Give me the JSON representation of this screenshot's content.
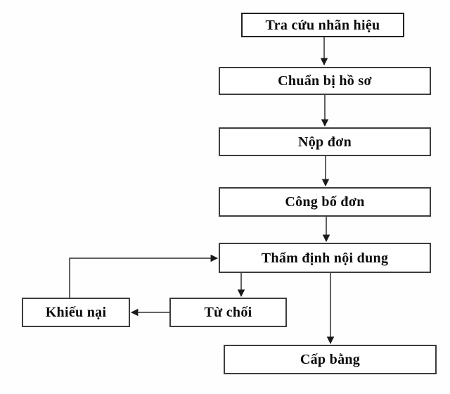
{
  "diagram": {
    "type": "flowchart",
    "language": "vi",
    "colors": {
      "background": "#fefefe",
      "node_fill": "#ffffff",
      "node_border": "#3d3d3d",
      "text": "#0a0a0a",
      "arrow": "#2e2e2e"
    },
    "nodes": [
      {
        "id": "tra-cuu",
        "label": "Tra cứu nhãn hiệu"
      },
      {
        "id": "chuan-bi",
        "label": "Chuẩn bị hồ sơ"
      },
      {
        "id": "nop-don",
        "label": "Nộp đơn"
      },
      {
        "id": "cong-bo",
        "label": "Công bố đơn"
      },
      {
        "id": "tham-dinh",
        "label": "Thẩm định nội dung"
      },
      {
        "id": "tu-choi",
        "label": "Từ chối"
      },
      {
        "id": "khieu-nai",
        "label": "Khiếu nại"
      },
      {
        "id": "cap-bang",
        "label": "Cấp bằng"
      }
    ],
    "edges": [
      {
        "from": "tra-cuu",
        "to": "chuan-bi",
        "direction": "down"
      },
      {
        "from": "chuan-bi",
        "to": "nop-don",
        "direction": "down"
      },
      {
        "from": "nop-don",
        "to": "cong-bo",
        "direction": "down"
      },
      {
        "from": "cong-bo",
        "to": "tham-dinh",
        "direction": "down"
      },
      {
        "from": "tham-dinh",
        "to": "tu-choi",
        "direction": "down"
      },
      {
        "from": "tham-dinh",
        "to": "cap-bang",
        "direction": "down"
      },
      {
        "from": "tu-choi",
        "to": "khieu-nai",
        "direction": "left"
      },
      {
        "from": "khieu-nai",
        "to": "tham-dinh",
        "direction": "up-right"
      }
    ]
  }
}
